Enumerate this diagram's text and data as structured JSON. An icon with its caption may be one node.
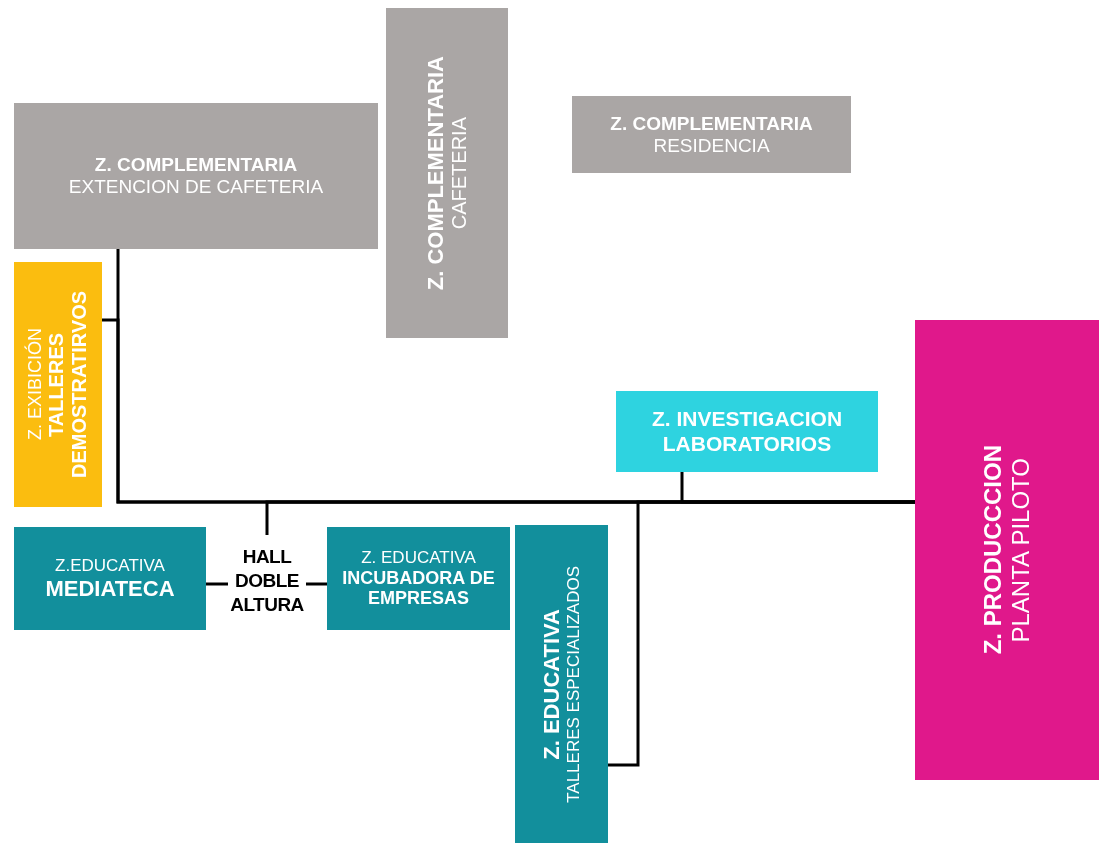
{
  "diagram": {
    "nodes": [
      {
        "text": [
          "Z. COMPLEMENTARIA",
          "EXTENCION DE CAFETERIA"
        ]
      },
      {
        "text": [
          "Z. COMPLEMENTARIA",
          "CAFETERIA"
        ]
      },
      {
        "text": [
          "Z. COMPLEMENTARIA",
          "RESIDENCIA"
        ]
      },
      {
        "text": [
          "Z. EXIBICIÓN",
          "TALLERES DEMOSTRATIRVOS"
        ]
      },
      {
        "text": [
          "Z. INVESTIGACION",
          "LABORATORIOS"
        ]
      },
      {
        "text": [
          "Z. PRODUCCCION",
          "PLANTA PILOTO"
        ]
      },
      {
        "text": [
          "Z.EDUCATIVA",
          "MEDIATECA"
        ]
      },
      {
        "text": [
          "HALL DOBLE ALTURA"
        ]
      },
      {
        "text": [
          "Z. EDUCATIVA",
          "INCUBADORA DE EMPRESAS"
        ]
      },
      {
        "text": [
          "Z. EDUCATIVA",
          "TALLERES ESPECIALIZADOS"
        ]
      }
    ],
    "edges": [
      {
        "from": 0,
        "to": 5,
        "arrow": "none"
      },
      {
        "from": 3,
        "to": 5,
        "arrow": "none"
      },
      {
        "from": 4,
        "to": 5,
        "arrow": "none"
      },
      {
        "from": 7,
        "to": 5,
        "arrow": "none"
      },
      {
        "from": 9,
        "to": 5,
        "arrow": "none"
      },
      {
        "from": 7,
        "to": 6,
        "arrow": "none"
      },
      {
        "from": 7,
        "to": 8,
        "arrow": "none"
      }
    ]
  }
}
